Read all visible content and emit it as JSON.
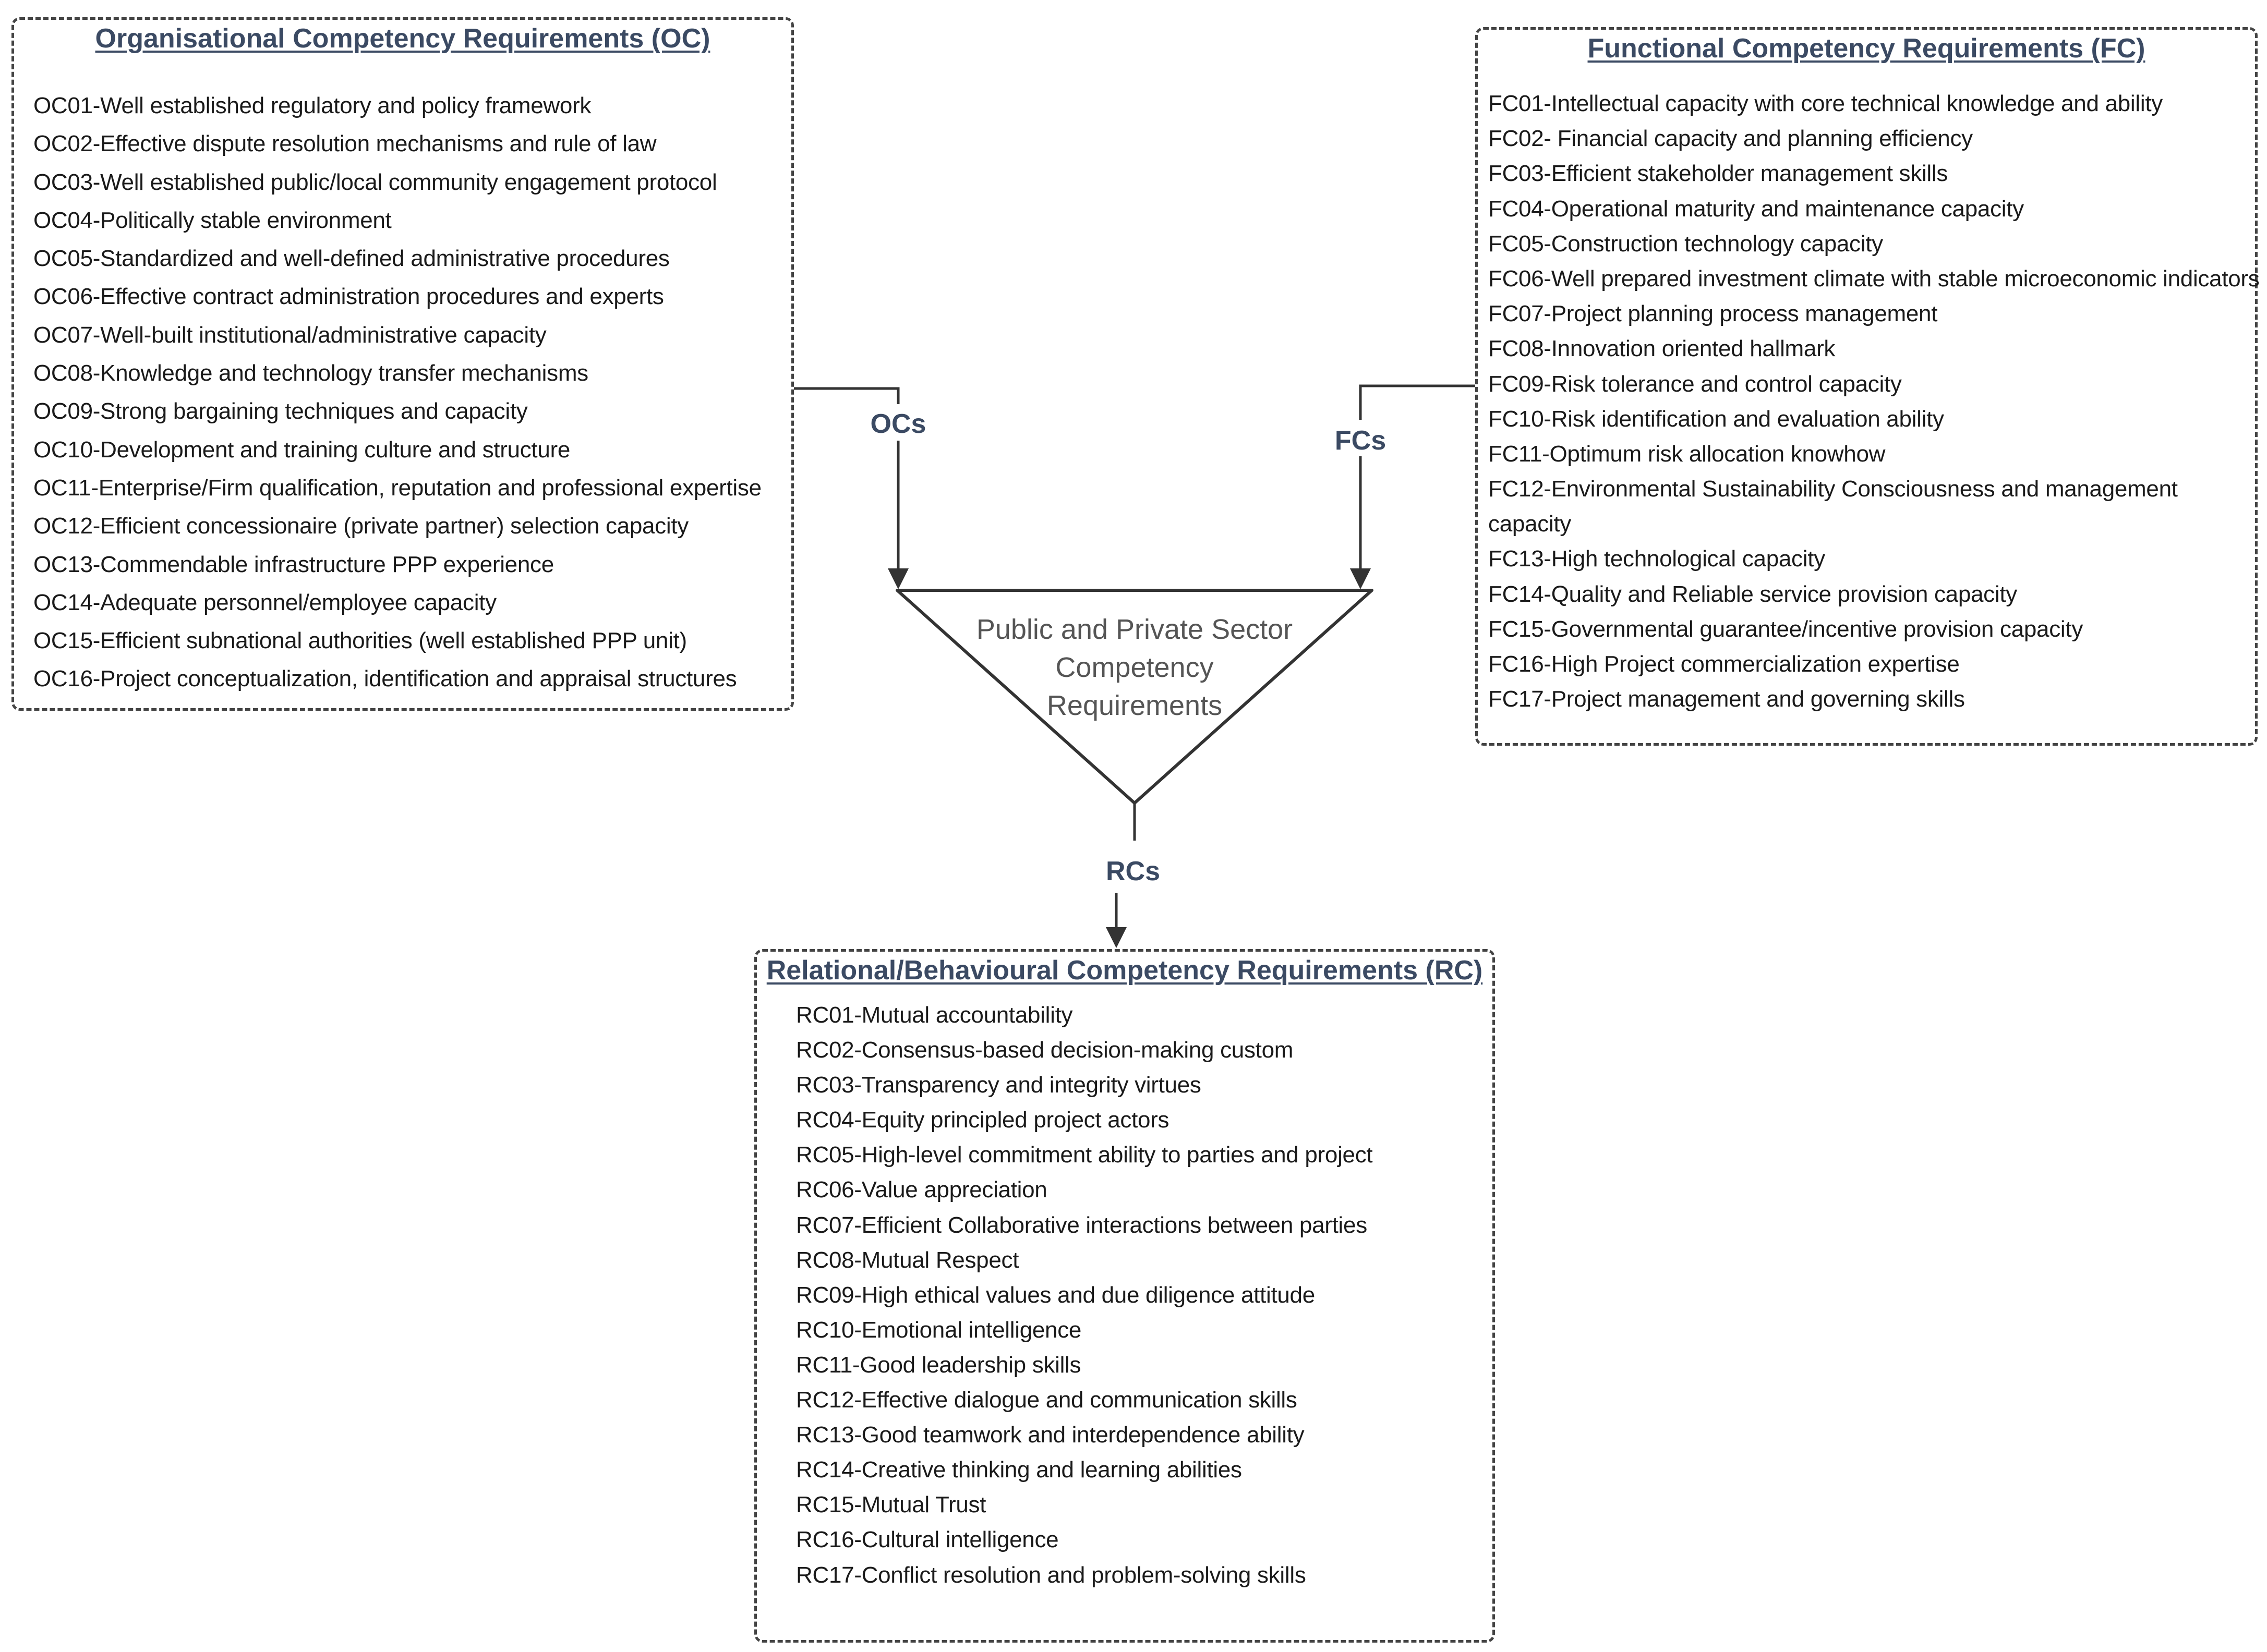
{
  "oc": {
    "title": "Organisational Competency Requirements (OC)",
    "items": [
      "OC01-Well established regulatory and policy framework",
      "OC02-Effective dispute resolution mechanisms and rule of law",
      "OC03-Well established public/local community engagement protocol",
      "OC04-Politically stable environment",
      "OC05-Standardized and well-defined administrative procedures",
      "OC06-Effective contract administration procedures and experts",
      "OC07-Well-built institutional/administrative capacity",
      "OC08-Knowledge and technology transfer mechanisms",
      "OC09-Strong bargaining techniques and capacity",
      "OC10-Development and training culture and structure",
      "OC11-Enterprise/Firm qualification, reputation and professional expertise",
      "OC12-Efficient concessionaire (private partner) selection capacity",
      "OC13-Commendable infrastructure PPP experience",
      "OC14-Adequate personnel/employee capacity",
      "OC15-Efficient subnational authorities (well established PPP unit)",
      "OC16-Project conceptualization, identification and appraisal structures"
    ]
  },
  "fc": {
    "title": "Functional Competency Requirements (FC)",
    "items": [
      "FC01-Intellectual capacity with core technical knowledge and ability",
      "FC02- Financial capacity and planning efficiency",
      "FC03-Efficient stakeholder management skills",
      "FC04-Operational maturity and maintenance capacity",
      "FC05-Construction technology capacity",
      "FC06-Well prepared investment climate with stable microeconomic indicators",
      "FC07-Project planning process management",
      "FC08-Innovation oriented hallmark",
      "FC09-Risk tolerance and control capacity",
      "FC10-Risk identification and evaluation ability",
      "FC11-Optimum risk allocation knowhow",
      "FC12-Environmental Sustainability Consciousness and management",
      "capacity",
      "FC13-High technological capacity",
      "FC14-Quality and Reliable service provision capacity",
      "FC15-Governmental guarantee/incentive provision capacity",
      "FC16-High Project commercialization expertise",
      "FC17-Project management and governing skills"
    ]
  },
  "rc": {
    "title": "Relational/Behavioural Competency Requirements (RC)",
    "items": [
      "RC01-Mutual accountability",
      "RC02-Consensus-based decision-making custom",
      "RC03-Transparency and integrity virtues",
      "RC04-Equity principled project actors",
      "RC05-High-level commitment ability to parties and project",
      "RC06-Value appreciation",
      "RC07-Efficient Collaborative interactions between parties",
      "RC08-Mutual Respect",
      "RC09-High ethical values and due diligence attitude",
      "RC10-Emotional intelligence",
      "RC11-Good leadership skills",
      "RC12-Effective dialogue and communication skills",
      "RC13-Good teamwork and interdependence ability",
      "RC14-Creative thinking and learning abilities",
      "RC15-Mutual Trust",
      "RC16-Cultural intelligence",
      "RC17-Conflict resolution and problem-solving skills"
    ]
  },
  "center": {
    "lines": [
      "Public and Private Sector",
      "Competency",
      "Requirements"
    ]
  },
  "connectors": {
    "oc_label": "OCs",
    "fc_label": "FCs",
    "rc_label": "RCs"
  }
}
